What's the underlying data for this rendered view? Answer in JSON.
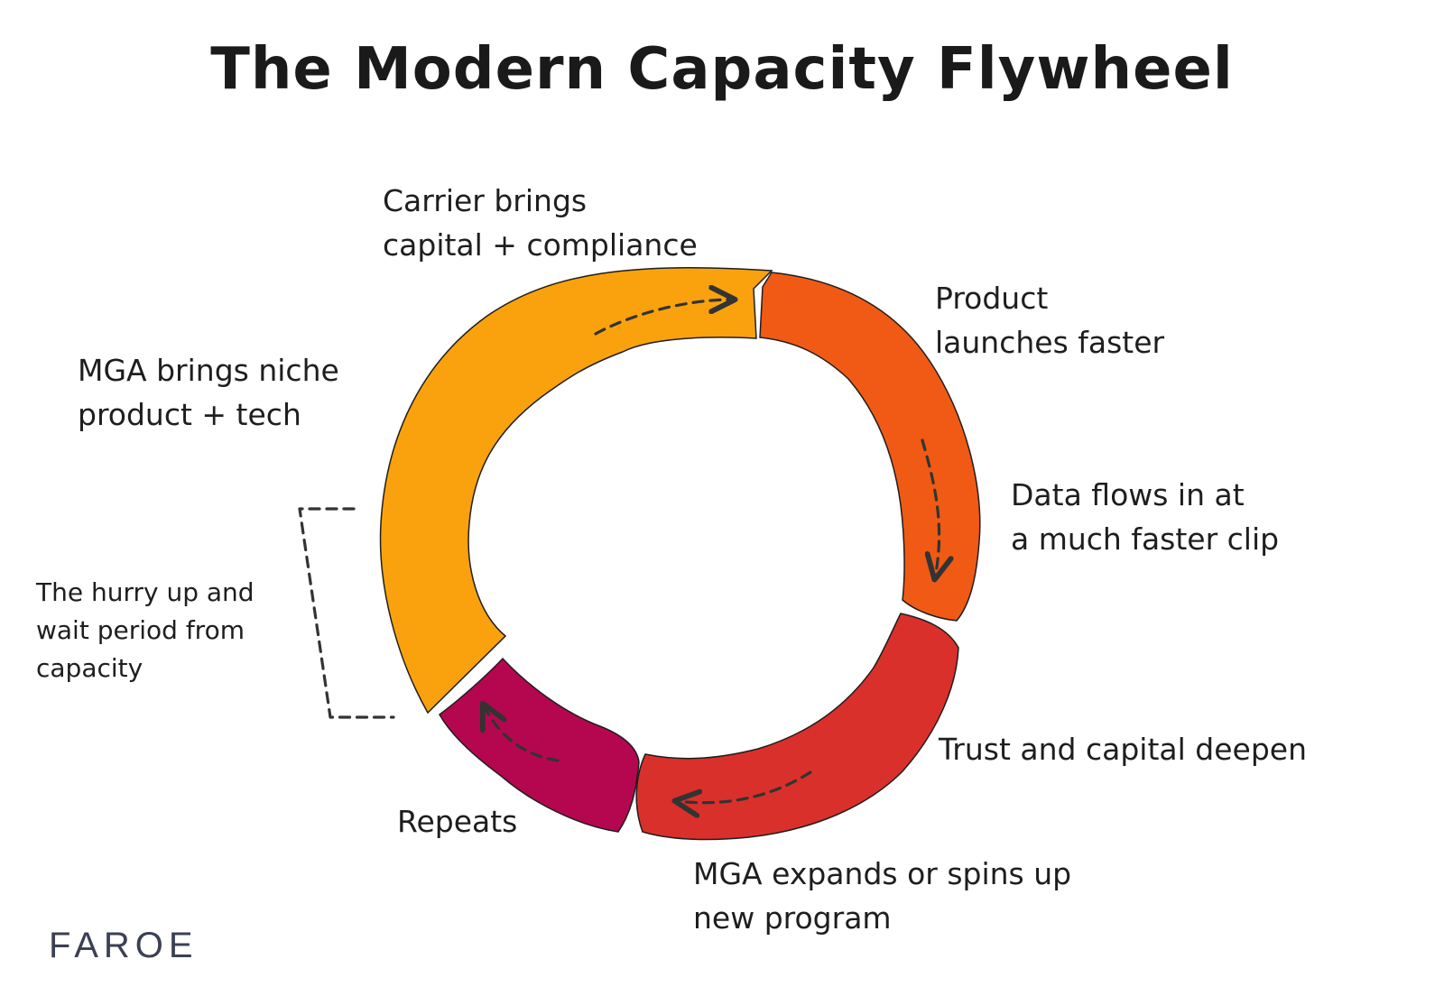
{
  "title": "The Modern Capacity Flywheel",
  "steps": [
    {
      "id": "mga",
      "lines": [
        "MGA brings niche",
        "product + tech"
      ],
      "color": "#f9a20d"
    },
    {
      "id": "carrier",
      "lines": [
        "Carrier brings",
        "capital + compliance"
      ],
      "color": "#f9a20d"
    },
    {
      "id": "product",
      "lines": [
        "Product",
        "launches faster"
      ],
      "color": "#f05a14"
    },
    {
      "id": "data",
      "lines": [
        "Data flows in at",
        "a much faster clip"
      ],
      "color": "#f05a14"
    },
    {
      "id": "trust",
      "lines": [
        "Trust and capital deepen"
      ],
      "color": "#d9302b"
    },
    {
      "id": "expand",
      "lines": [
        "MGA expands or spins up",
        "new program"
      ],
      "color": "#d9302b"
    },
    {
      "id": "repeats",
      "lines": [
        "Repeats"
      ],
      "color": "#b5074f"
    }
  ],
  "bracket_note": {
    "lines": [
      "The hurry up and",
      "wait period from",
      "capacity"
    ]
  },
  "logo": "FAROE",
  "colors": {
    "segment_orange": "#f9a20d",
    "segment_darkorange": "#f05a14",
    "segment_red": "#d9302b",
    "segment_magenta": "#b5074f",
    "ink": "#1e1e1e",
    "logo": "#3b4055"
  }
}
